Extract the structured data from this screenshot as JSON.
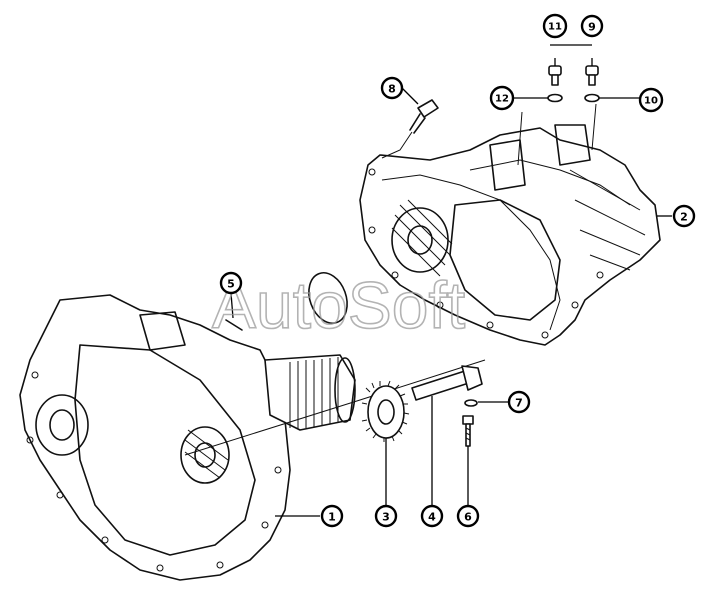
{
  "watermark": "AutoSoft",
  "callouts": [
    {
      "id": "c1",
      "label": "1"
    },
    {
      "id": "c2",
      "label": "2"
    },
    {
      "id": "c3",
      "label": "3"
    },
    {
      "id": "c4",
      "label": "4"
    },
    {
      "id": "c5",
      "label": "5"
    },
    {
      "id": "c6",
      "label": "6"
    },
    {
      "id": "c7",
      "label": "7"
    },
    {
      "id": "c8",
      "label": "8"
    },
    {
      "id": "c9",
      "label": "9"
    },
    {
      "id": "c10",
      "label": "10"
    },
    {
      "id": "c11",
      "label": "11"
    },
    {
      "id": "c12",
      "label": "12"
    }
  ]
}
